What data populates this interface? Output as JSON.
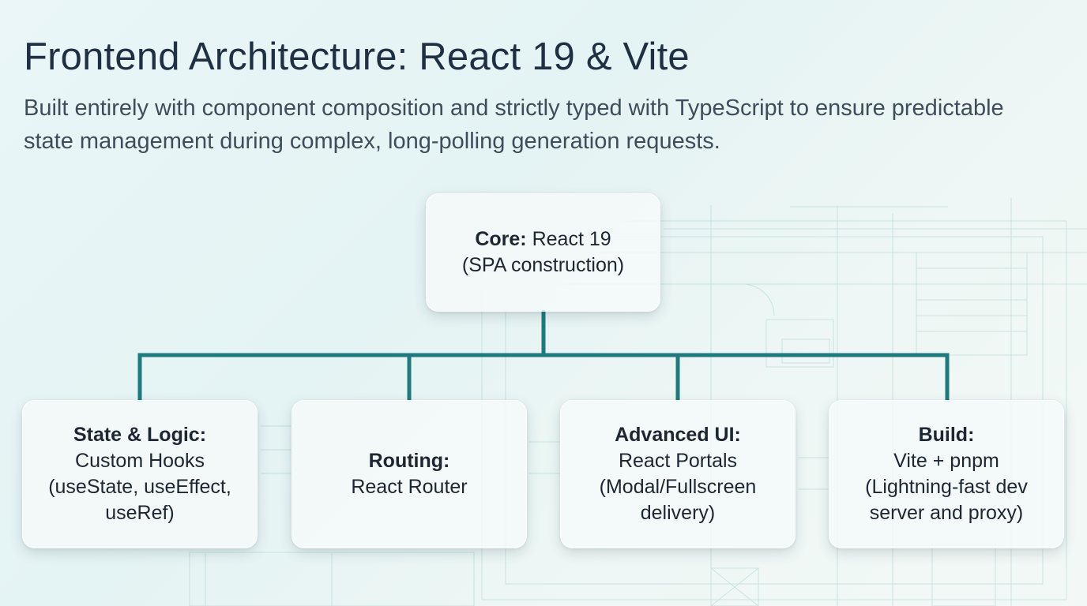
{
  "title": "Frontend Architecture: React 19 & Vite",
  "subtitle": "Built entirely with component composition and strictly typed with TypeScript to ensure predictable state management during complex, long-polling generation requests.",
  "colors": {
    "connector": "#1f7a7d",
    "blueprint_lines": "#a9d3d2"
  },
  "core": {
    "label": "Core:",
    "value": "React 19",
    "detail": "(SPA construction)"
  },
  "children": [
    {
      "label": "State & Logic:",
      "description": "Custom Hooks\n(useState, useEffect,\nuseRef)"
    },
    {
      "label": "Routing:",
      "description": "React Router"
    },
    {
      "label": "Advanced UI:",
      "description": "React Portals\n(Modal/Fullscreen\ndelivery)"
    },
    {
      "label": "Build:",
      "description": "Vite + pnpm\n(Lightning-fast dev\nserver and proxy)"
    }
  ]
}
